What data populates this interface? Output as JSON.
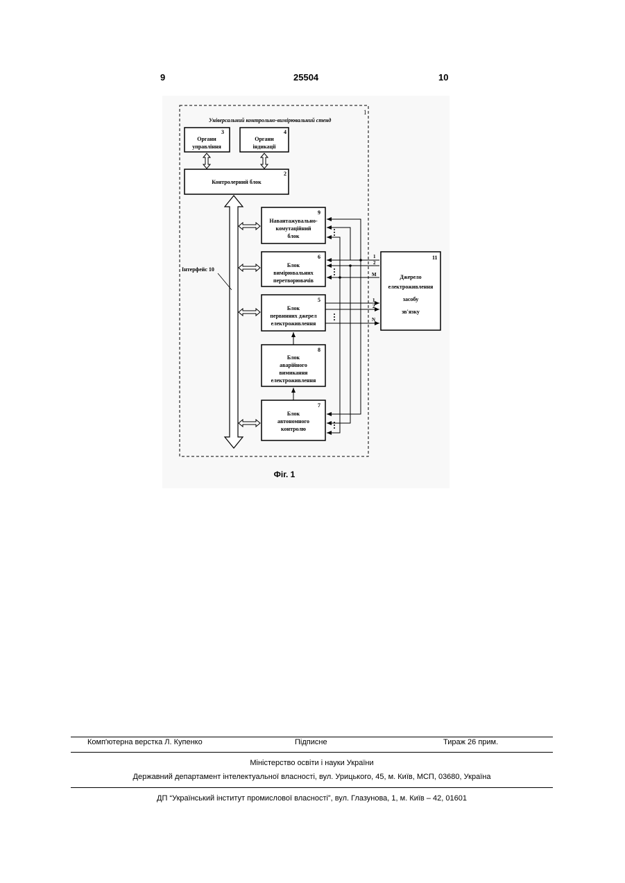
{
  "header": {
    "left_page": "9",
    "patent_number": "25504",
    "right_page": "10"
  },
  "figure": {
    "caption": "Фіг. 1",
    "stand_number": "1",
    "stand_title": "Універсальний контрольно-вимірювальний стенд",
    "interface_label": "Інтерфейс 10",
    "blocks": {
      "b3": {
        "number": "3",
        "line1": "Органи",
        "line2": "управління"
      },
      "b4": {
        "number": "4",
        "line1": "Органи",
        "line2": "індикації"
      },
      "b2": {
        "number": "2",
        "line1": "Контролерний блок"
      },
      "b9": {
        "number": "9",
        "line1": "Навантажувально-",
        "line2": "комутаційний",
        "line3": "блок"
      },
      "b6": {
        "number": "6",
        "line1": "Блок",
        "line2": "вимірювальних",
        "line3": "перетворювачів"
      },
      "b5": {
        "number": "5",
        "line1": "Блок",
        "line2": "первинних джерел",
        "line3": "електроживлення"
      },
      "b8": {
        "number": "8",
        "line1": "Блок",
        "line2": "аварійного",
        "line3": "вимикання",
        "line4": "електроживлення"
      },
      "b7": {
        "number": "7",
        "line1": "Блок",
        "line2": "автономного",
        "line3": "контролю"
      },
      "b11": {
        "number": "11",
        "line1": "Джерело",
        "line2": "електроживлення",
        "line3": "засобу",
        "line4": "зв'язку"
      }
    },
    "line_labels": {
      "a1": "1",
      "a2": "2",
      "aM": "M",
      "b1": "1",
      "b2": "2",
      "bN": "N"
    }
  },
  "footer": {
    "layout": "Комп'ютерна верстка Л. Купенко",
    "signed": "Підписне",
    "circulation": "Тираж 26 прим.",
    "ministry": "Міністерство освіти і науки України",
    "department": "Державний департамент інтелектуальної власності, вул. Урицького, 45, м. Київ, МСП, 03680, Україна",
    "institute": "ДП “Український інститут промислової власності”, вул. Глазунова, 1, м. Київ – 42, 01601"
  }
}
